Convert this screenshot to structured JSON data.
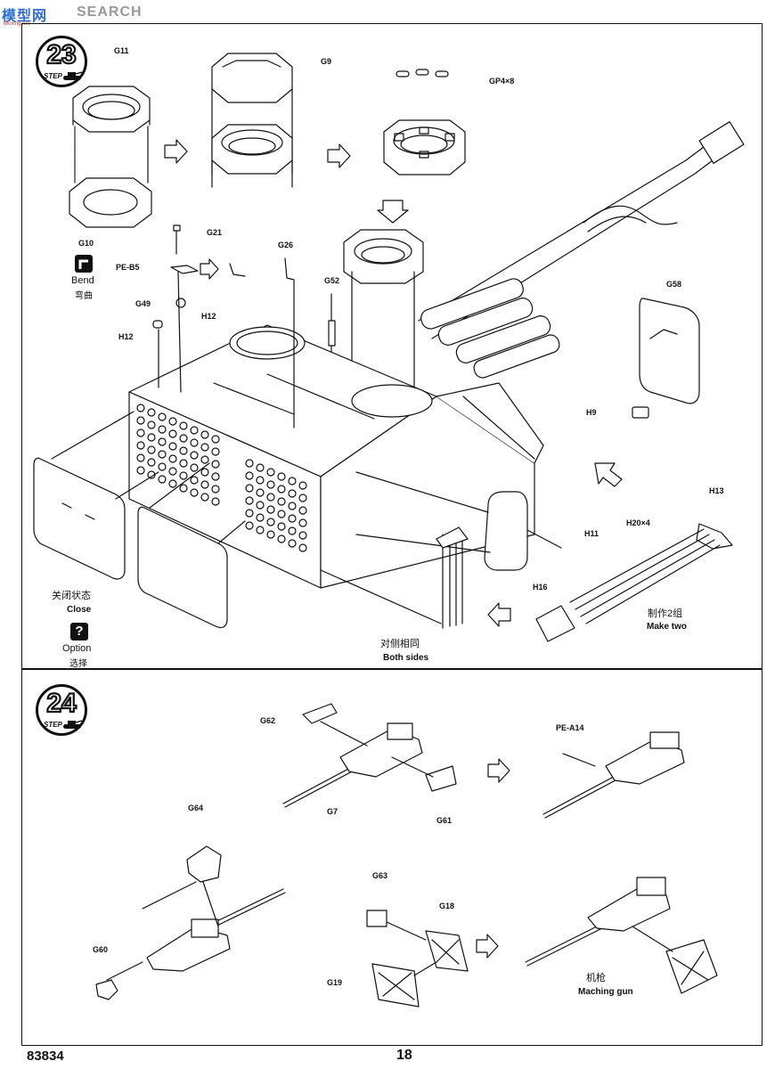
{
  "watermark": {
    "logo": "模型网",
    "text": "SEARCH",
    "url": "moxing.net"
  },
  "footer": {
    "code": "83834",
    "page": "18"
  },
  "step23": {
    "number": "23",
    "word": "STEP",
    "labels": {
      "g11": "G11",
      "g9": "G9",
      "gp4": "GP4×8",
      "g10": "G10",
      "g21": "G21",
      "peb5": "PE-B5",
      "g26": "G26",
      "g52": "G52",
      "g49": "G49",
      "h12a": "H12",
      "h12b": "H12",
      "g58": "G58",
      "h9": "H9",
      "h13": "H13",
      "h20": "H20×4",
      "h11": "H11",
      "h16": "H16"
    },
    "bend": {
      "en": "Bend",
      "cn": "弯曲"
    },
    "close": {
      "cn": "关闭状态",
      "en": "Close"
    },
    "option": {
      "en": "Option",
      "cn": "选择"
    },
    "both_sides": {
      "cn": "对侧相同",
      "en": "Both sides"
    },
    "make_two": {
      "cn": "制作2组",
      "en": "Make two"
    }
  },
  "step24": {
    "number": "24",
    "word": "STEP",
    "labels": {
      "g62": "G62",
      "g7": "G7",
      "g61": "G61",
      "pea14": "PE-A14",
      "g64": "G64",
      "g60": "G60",
      "g63": "G63",
      "g18": "G18",
      "g19": "G19"
    },
    "machine_gun": {
      "cn": "机枪",
      "en": "Maching gun"
    }
  },
  "icons": [
    "bend-icon",
    "option-question-icon",
    "step-tank-icon",
    "arrow-right-icon",
    "arrow-down-icon",
    "arrow-left-icon"
  ]
}
